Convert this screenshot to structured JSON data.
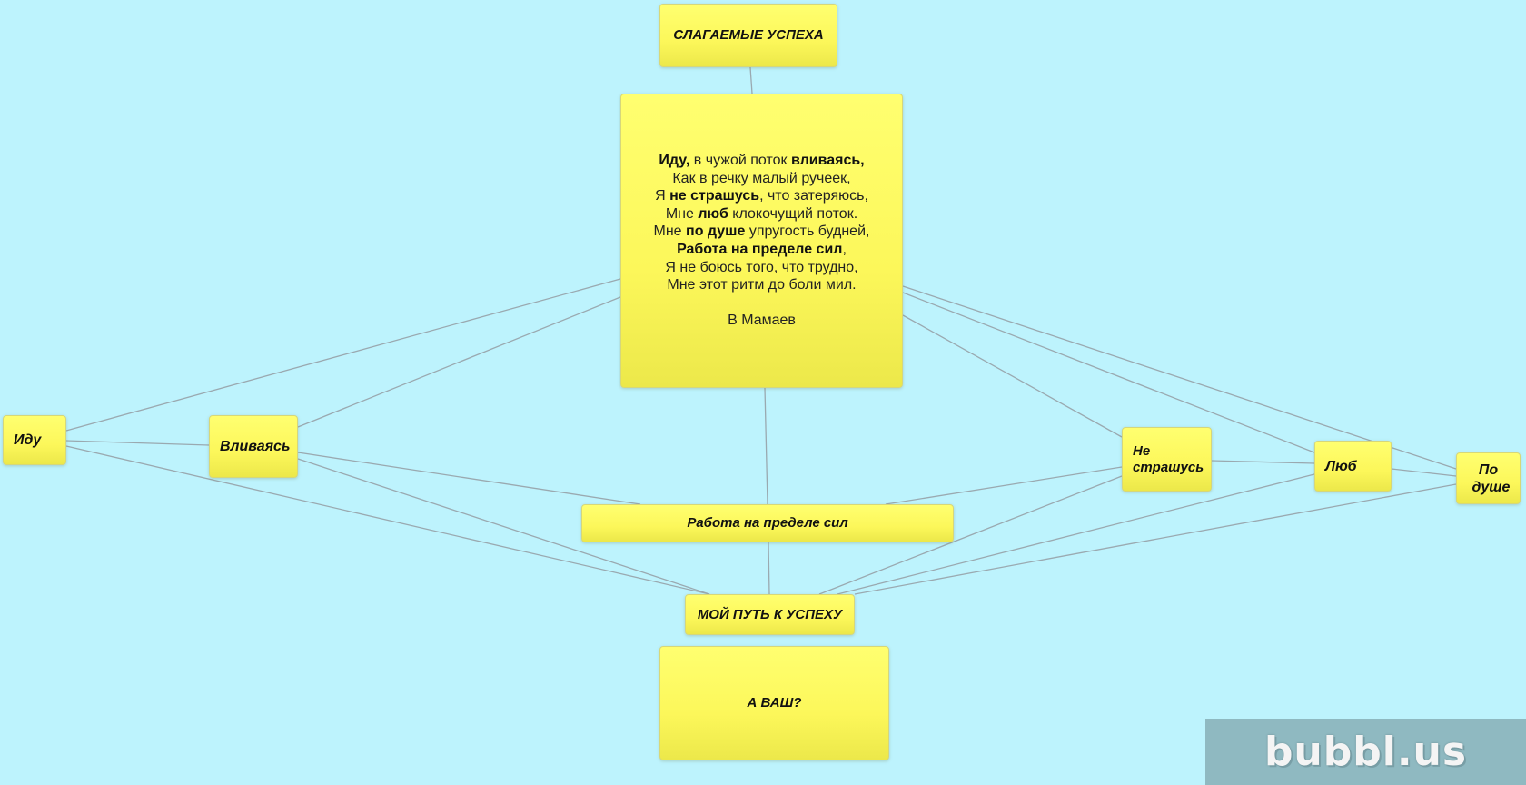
{
  "diagram": {
    "title": "СЛАГАЕМЫЕ УСПЕХА",
    "poem": {
      "lines": [
        {
          "segments": [
            {
              "text": "Иду,",
              "bold": true
            },
            {
              "text": " в чужой поток ",
              "bold": false
            },
            {
              "text": "вливаясь,",
              "bold": true
            }
          ]
        },
        {
          "segments": [
            {
              "text": "Как в речку малый ручеек,",
              "bold": false
            }
          ]
        },
        {
          "segments": [
            {
              "text": "Я ",
              "bold": false
            },
            {
              "text": "не страшусь",
              "bold": true
            },
            {
              "text": ", что затеряюсь,",
              "bold": false
            }
          ]
        },
        {
          "segments": [
            {
              "text": "Мне ",
              "bold": false
            },
            {
              "text": "люб",
              "bold": true
            },
            {
              "text": " клокочущий поток.",
              "bold": false
            }
          ]
        },
        {
          "segments": [
            {
              "text": "Мне ",
              "bold": false
            },
            {
              "text": "по душе",
              "bold": true
            },
            {
              "text": " упругость будней,",
              "bold": false
            }
          ]
        },
        {
          "segments": [
            {
              "text": "Работа на пределе сил",
              "bold": true
            },
            {
              "text": ",",
              "bold": false
            }
          ]
        },
        {
          "segments": [
            {
              "text": "Я не боюсь того, что трудно,",
              "bold": false
            }
          ]
        },
        {
          "segments": [
            {
              "text": "Мне этот ритм до боли мил.",
              "bold": false
            }
          ]
        }
      ],
      "author": "В Мамаев"
    },
    "keywords": {
      "idu": "Иду",
      "vlivayas": "Вливаясь",
      "ne_strashus": "Не страшусь",
      "lyub": "Люб",
      "po_dushe": "По душе",
      "rabota": "Работа на пределе сил"
    },
    "path": "МОЙ ПУТЬ К УСПЕХУ",
    "question": "А ВАШ?"
  },
  "branding": {
    "logo_text": "bubbl.us"
  },
  "colors": {
    "background": "#bdf3fd",
    "node_fill": "#ffff70",
    "link": "#9aa9b0",
    "logo_bg": "#8fb9c1"
  }
}
